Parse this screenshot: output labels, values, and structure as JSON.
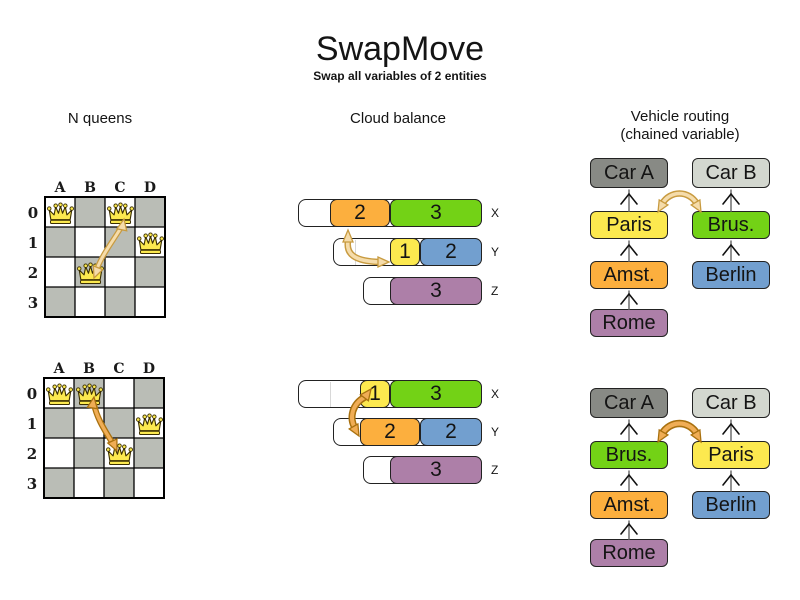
{
  "title": "SwapMove",
  "subtitle": "Swap all variables of 2 entities",
  "nqueens": {
    "header": "N queens",
    "col_labels": [
      "A",
      "B",
      "C",
      "D"
    ],
    "row_labels": [
      "0",
      "1",
      "2",
      "3"
    ],
    "before": {
      "queen_cells": [
        "A0",
        "C0",
        "D1",
        "B2"
      ],
      "swap_between": [
        "C0",
        "B2"
      ]
    },
    "after": {
      "queen_cells": [
        "A0",
        "B0",
        "D1",
        "C2"
      ],
      "swap_between": [
        "B0",
        "C2"
      ]
    }
  },
  "cloud": {
    "header": "Cloud balance",
    "rows_before": [
      {
        "label": "X",
        "blocks": [
          {
            "value": "2",
            "color": "orange"
          },
          {
            "value": "3",
            "color": "green"
          }
        ]
      },
      {
        "label": "Y",
        "blocks": [
          {
            "value": "1",
            "color": "yellow"
          },
          {
            "value": "2",
            "color": "blue"
          }
        ]
      },
      {
        "label": "Z",
        "blocks": [
          {
            "value": "3",
            "color": "purple"
          }
        ]
      }
    ],
    "rows_after": [
      {
        "label": "X",
        "blocks": [
          {
            "value": "1",
            "color": "yellow"
          },
          {
            "value": "3",
            "color": "green"
          }
        ]
      },
      {
        "label": "Y",
        "blocks": [
          {
            "value": "2",
            "color": "orange"
          },
          {
            "value": "2",
            "color": "blue"
          }
        ]
      },
      {
        "label": "Z",
        "blocks": [
          {
            "value": "3",
            "color": "purple"
          }
        ]
      }
    ],
    "swap_between": [
      "X: 2",
      "Y: 1"
    ]
  },
  "vrp": {
    "header_line1": "Vehicle routing",
    "header_line2": "(chained variable)",
    "before": {
      "chain_a": [
        "Car A",
        "Paris",
        "Amst.",
        "Rome"
      ],
      "chain_b": [
        "Car B",
        "Brus.",
        "Berlin"
      ]
    },
    "after": {
      "chain_a": [
        "Car A",
        "Brus.",
        "Amst.",
        "Rome"
      ],
      "chain_b": [
        "Car B",
        "Paris",
        "Berlin"
      ]
    },
    "swap_between": [
      "Paris",
      "Brus."
    ]
  },
  "colors": {
    "orange": "#fcaf3e",
    "green": "#73d216",
    "yellow": "#fce94f",
    "blue": "#729fcf",
    "purple": "#ad7fa8",
    "car_dark": "#888a85",
    "car_light": "#d3d7cf",
    "board_gray": "#babdb6",
    "queen": "#fce94f",
    "arrow_before_fill": "#f5dcab",
    "arrow_before_stroke": "#c89b40",
    "arrow_after_fill": "#f0ad55",
    "arrow_after_stroke": "#a9710f"
  }
}
